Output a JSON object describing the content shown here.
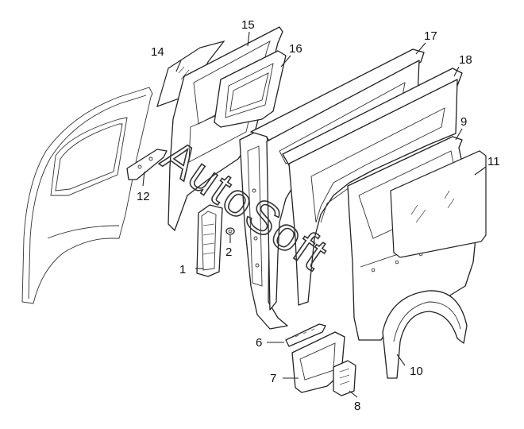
{
  "diagram": {
    "watermark": "AutoSoft",
    "callouts": [
      {
        "id": "c1",
        "label": "1"
      },
      {
        "id": "c2",
        "label": "2"
      },
      {
        "id": "c6",
        "label": "6"
      },
      {
        "id": "c7",
        "label": "7"
      },
      {
        "id": "c8",
        "label": "8"
      },
      {
        "id": "c9",
        "label": "9"
      },
      {
        "id": "c10",
        "label": "10"
      },
      {
        "id": "c11",
        "label": "11"
      },
      {
        "id": "c12",
        "label": "12"
      },
      {
        "id": "c14",
        "label": "14"
      },
      {
        "id": "c15",
        "label": "15"
      },
      {
        "id": "c16",
        "label": "16"
      },
      {
        "id": "c17",
        "label": "17"
      },
      {
        "id": "c18",
        "label": "18"
      }
    ]
  }
}
